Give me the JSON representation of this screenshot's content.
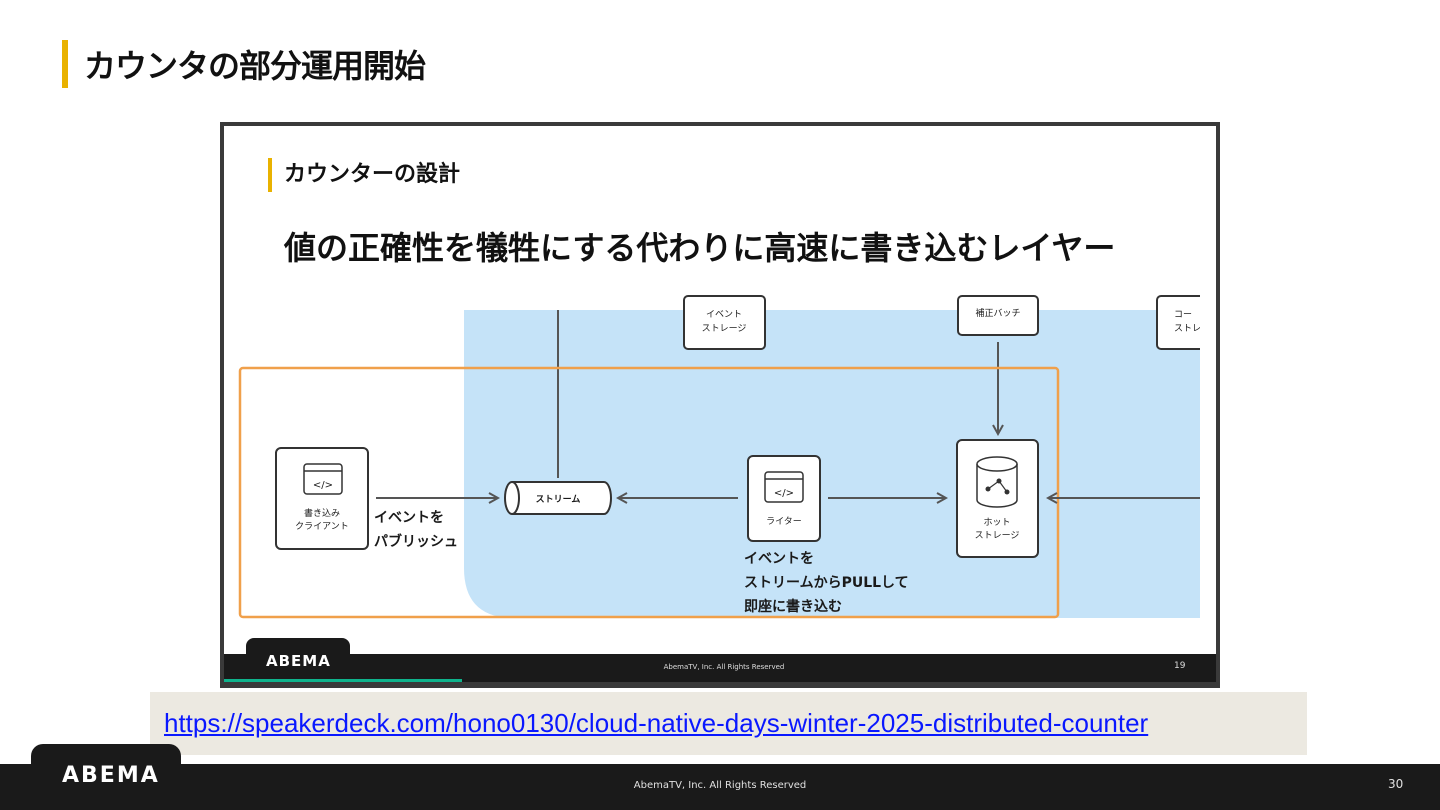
{
  "slide": {
    "title": "カウンタの部分運用開始",
    "accent_color": "#e9b200"
  },
  "embedded_slide": {
    "title": "カウンターの設計",
    "headline": "値の正確性を犠牲にする代わりに高速に書き込むレイヤー",
    "diagram": {
      "nodes": {
        "event_storage": "イベント|ストレージ",
        "correction_batch": "補正バッチ",
        "cold_storage": "コー|ストレ",
        "write_client": "書き込み|クライアント",
        "stream": "ストリーム",
        "writer": "ライター",
        "hot_storage": "ホット|ストレージ"
      },
      "labels": {
        "publish": "イベントを|パブリッシュ",
        "pull": "イベントを|ストリームからPULLして|即座に書き込む"
      },
      "colors": {
        "region_fill": "#c5e3f8",
        "highlight_border": "#f0a04b"
      }
    },
    "footer": {
      "logo": "ABEMA",
      "copyright": "AbemaTV, Inc. All Rights Reserved",
      "page_number": "19"
    }
  },
  "link": {
    "url": "https://speakerdeck.com/hono0130/cloud-native-days-winter-2025-distributed-counter"
  },
  "footer": {
    "logo": "ABEMA",
    "copyright": "AbemaTV, Inc. All Rights Reserved",
    "page_number": "30"
  }
}
